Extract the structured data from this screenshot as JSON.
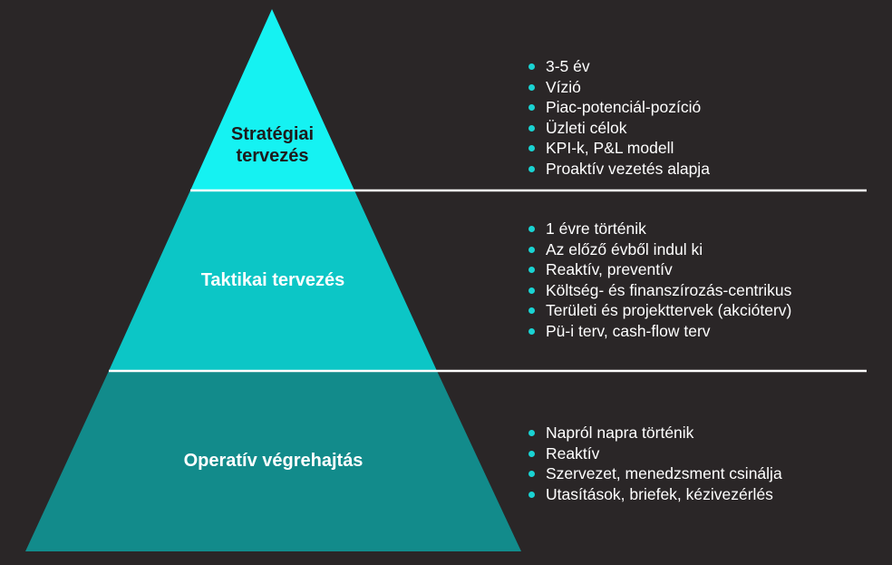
{
  "colors": {
    "background": "#2a2627",
    "top_fill": "#15f2f2",
    "middle_fill": "#0cc6c6",
    "bottom_fill": "#128b8b",
    "separator": "#ffffff",
    "bullet": "#1ad3d3"
  },
  "levels": [
    {
      "label_lines": [
        "Stratégiai",
        "tervezés"
      ],
      "text_color": "#1e1b1c",
      "bullets": [
        "3-5 év",
        "Vízió",
        "Piac-potenciál-pozíció",
        "Üzleti célok",
        "KPI-k, P&L modell",
        "Proaktív vezetés alapja"
      ]
    },
    {
      "label_lines": [
        "Taktikai tervezés"
      ],
      "text_color": "#ffffff",
      "bullets": [
        "1 évre történik",
        "Az előző évből indul ki",
        "Reaktív, preventív",
        "Költség- és finanszírozás-centrikus",
        "Területi és projekttervek (akcióterv)",
        "Pü-i terv, cash-flow terv"
      ]
    },
    {
      "label_lines": [
        "Operatív végrehajtás"
      ],
      "text_color": "#ffffff",
      "bullets": [
        "Napról napra történik",
        "Reaktív",
        "Szervezet, menedzsment csinálja",
        "Utasítások, briefek, kézivezérlés"
      ]
    }
  ]
}
